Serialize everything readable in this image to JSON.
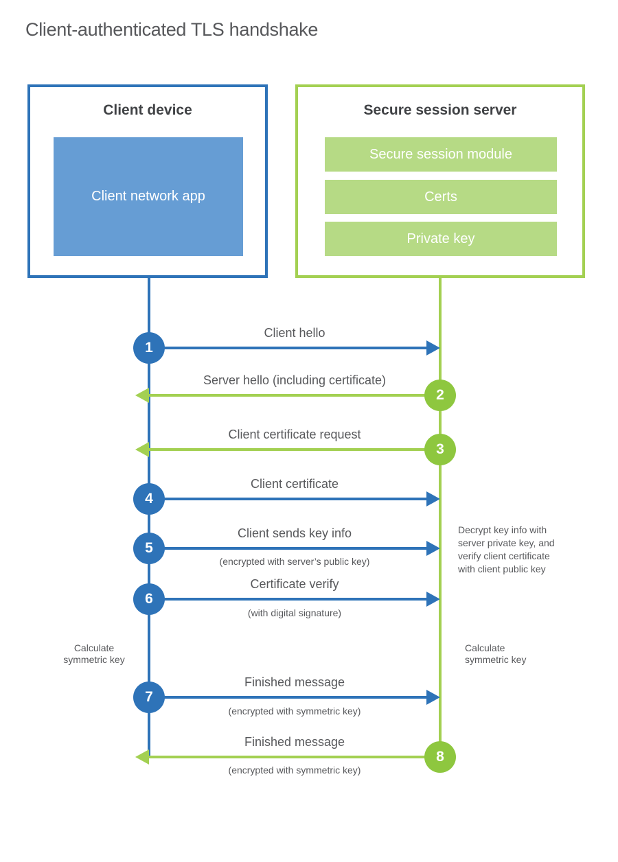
{
  "page": {
    "title": "Client-authenticated TLS handshake"
  },
  "colors": {
    "blue": "#2e73b8",
    "blue_fill": "#669dd4",
    "green": "#a3d052",
    "green_fill": "#b6da85",
    "green_badge": "#8ec73f",
    "text_dark": "#404245",
    "text_gray": "#57585b"
  },
  "client": {
    "title": "Client device",
    "app_label": "Client network app"
  },
  "server": {
    "title": "Secure session server",
    "modules": [
      "Secure session module",
      "Certs",
      "Private key"
    ]
  },
  "messages": [
    {
      "step": "1",
      "label": "Client hello",
      "note": "",
      "direction": "client-to-server"
    },
    {
      "step": "2",
      "label": "Server hello (including certificate)",
      "note": "",
      "direction": "server-to-client"
    },
    {
      "step": "3",
      "label": "Client certificate request",
      "note": "",
      "direction": "server-to-client"
    },
    {
      "step": "4",
      "label": "Client certificate",
      "note": "",
      "direction": "client-to-server"
    },
    {
      "step": "5",
      "label": "Client sends key info",
      "note": "(encrypted with server’s public key)",
      "direction": "client-to-server"
    },
    {
      "step": "6",
      "label": "Certificate verify",
      "note": "(with digital signature)",
      "direction": "client-to-server"
    },
    {
      "step": "7",
      "label": "Finished message",
      "note": "(encrypted with symmetric key)",
      "direction": "client-to-server"
    },
    {
      "step": "8",
      "label": "Finished message",
      "note": "(encrypted with symmetric key)",
      "direction": "server-to-client"
    }
  ],
  "annotations": {
    "decrypt_note": "Decrypt key info with\nserver private key, and\nverify client certificate\nwith client public key",
    "calc_left": "Calculate\nsymmetric key",
    "calc_right": "Calculate\nsymmetric key"
  }
}
